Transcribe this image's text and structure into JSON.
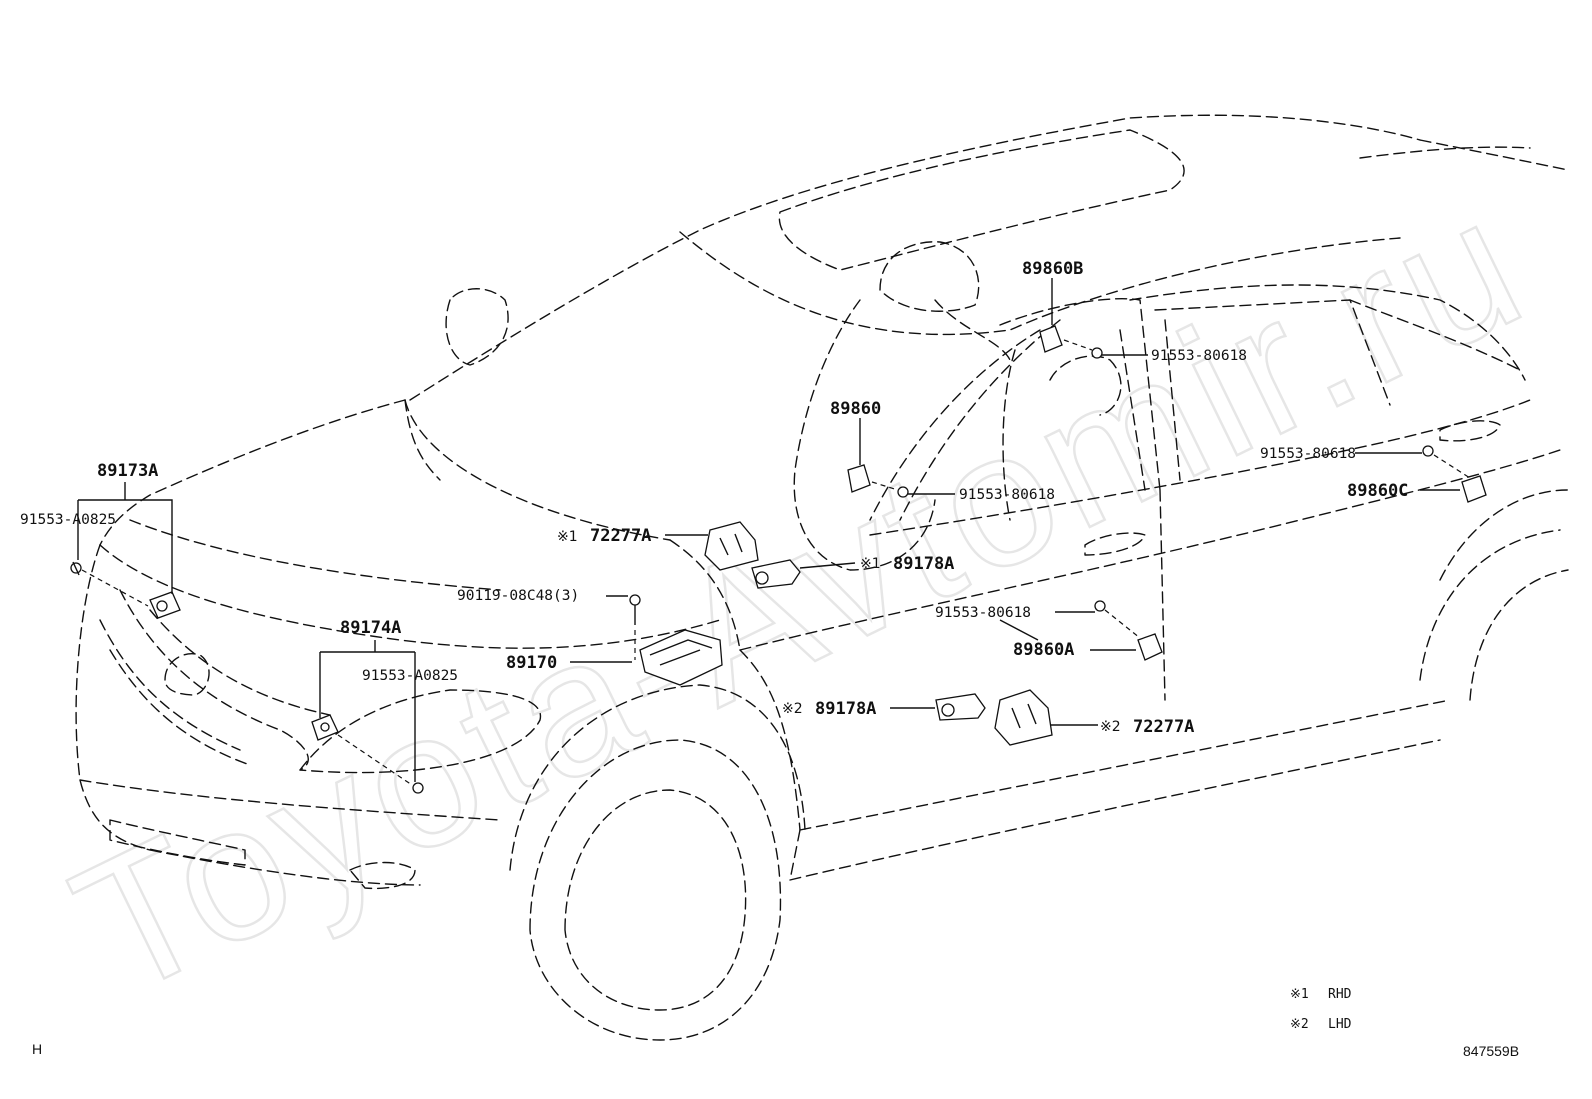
{
  "watermark": "Toyota-Avtomir.ru",
  "figure_code": "847559B",
  "section_letter": "H",
  "legend": [
    {
      "mark": "※1",
      "text": "RHD"
    },
    {
      "mark": "※2",
      "text": "LHD"
    }
  ],
  "parts": {
    "p89173A": "89173A",
    "p91553A0825_left": "91553-A0825",
    "p89174A": "89174A",
    "p91553A0825_center": "91553-A0825",
    "p90119": "90119-08C48(3)",
    "p89170": "89170",
    "p72277A_rhd": "72277A",
    "p89178A_rhd": "89178A",
    "p89178A_lhd": "89178A",
    "p72277A_lhd": "72277A",
    "p89860": "89860",
    "p89860B": "89860B",
    "p89860A": "89860A",
    "p89860C": "89860C",
    "p91553_80618_top": "91553-80618",
    "p91553_80618_mid": "91553-80618",
    "p91553_80618_right": "91553-80618",
    "p91553_80618_lower": "91553-80618"
  },
  "marks": {
    "rhd": "※1",
    "lhd": "※2"
  }
}
